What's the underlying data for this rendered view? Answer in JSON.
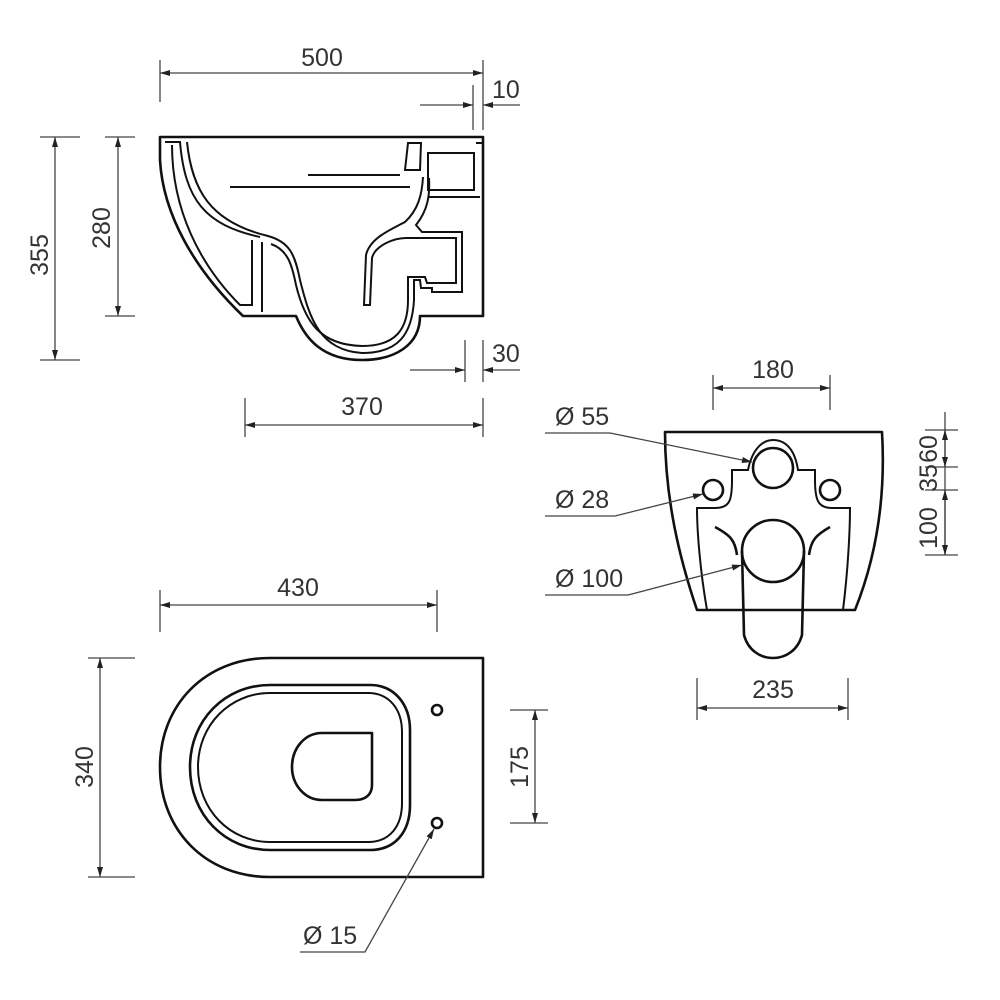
{
  "side_view": {
    "width": "500",
    "wall_gap": "10",
    "total_height": "355",
    "rim_height": "280",
    "outlet_offset": "30",
    "depth": "370"
  },
  "back_view": {
    "fixing_spacing": "180",
    "dia_inlet": "Ø 55",
    "dia_fixing": "Ø 28",
    "dia_outlet": "Ø 100",
    "v_60": "60",
    "v_35": "35",
    "v_100": "100",
    "base_width": "235"
  },
  "top_view": {
    "length": "430",
    "width": "340",
    "hole_spacing": "175",
    "dia_hole": "Ø 15"
  }
}
